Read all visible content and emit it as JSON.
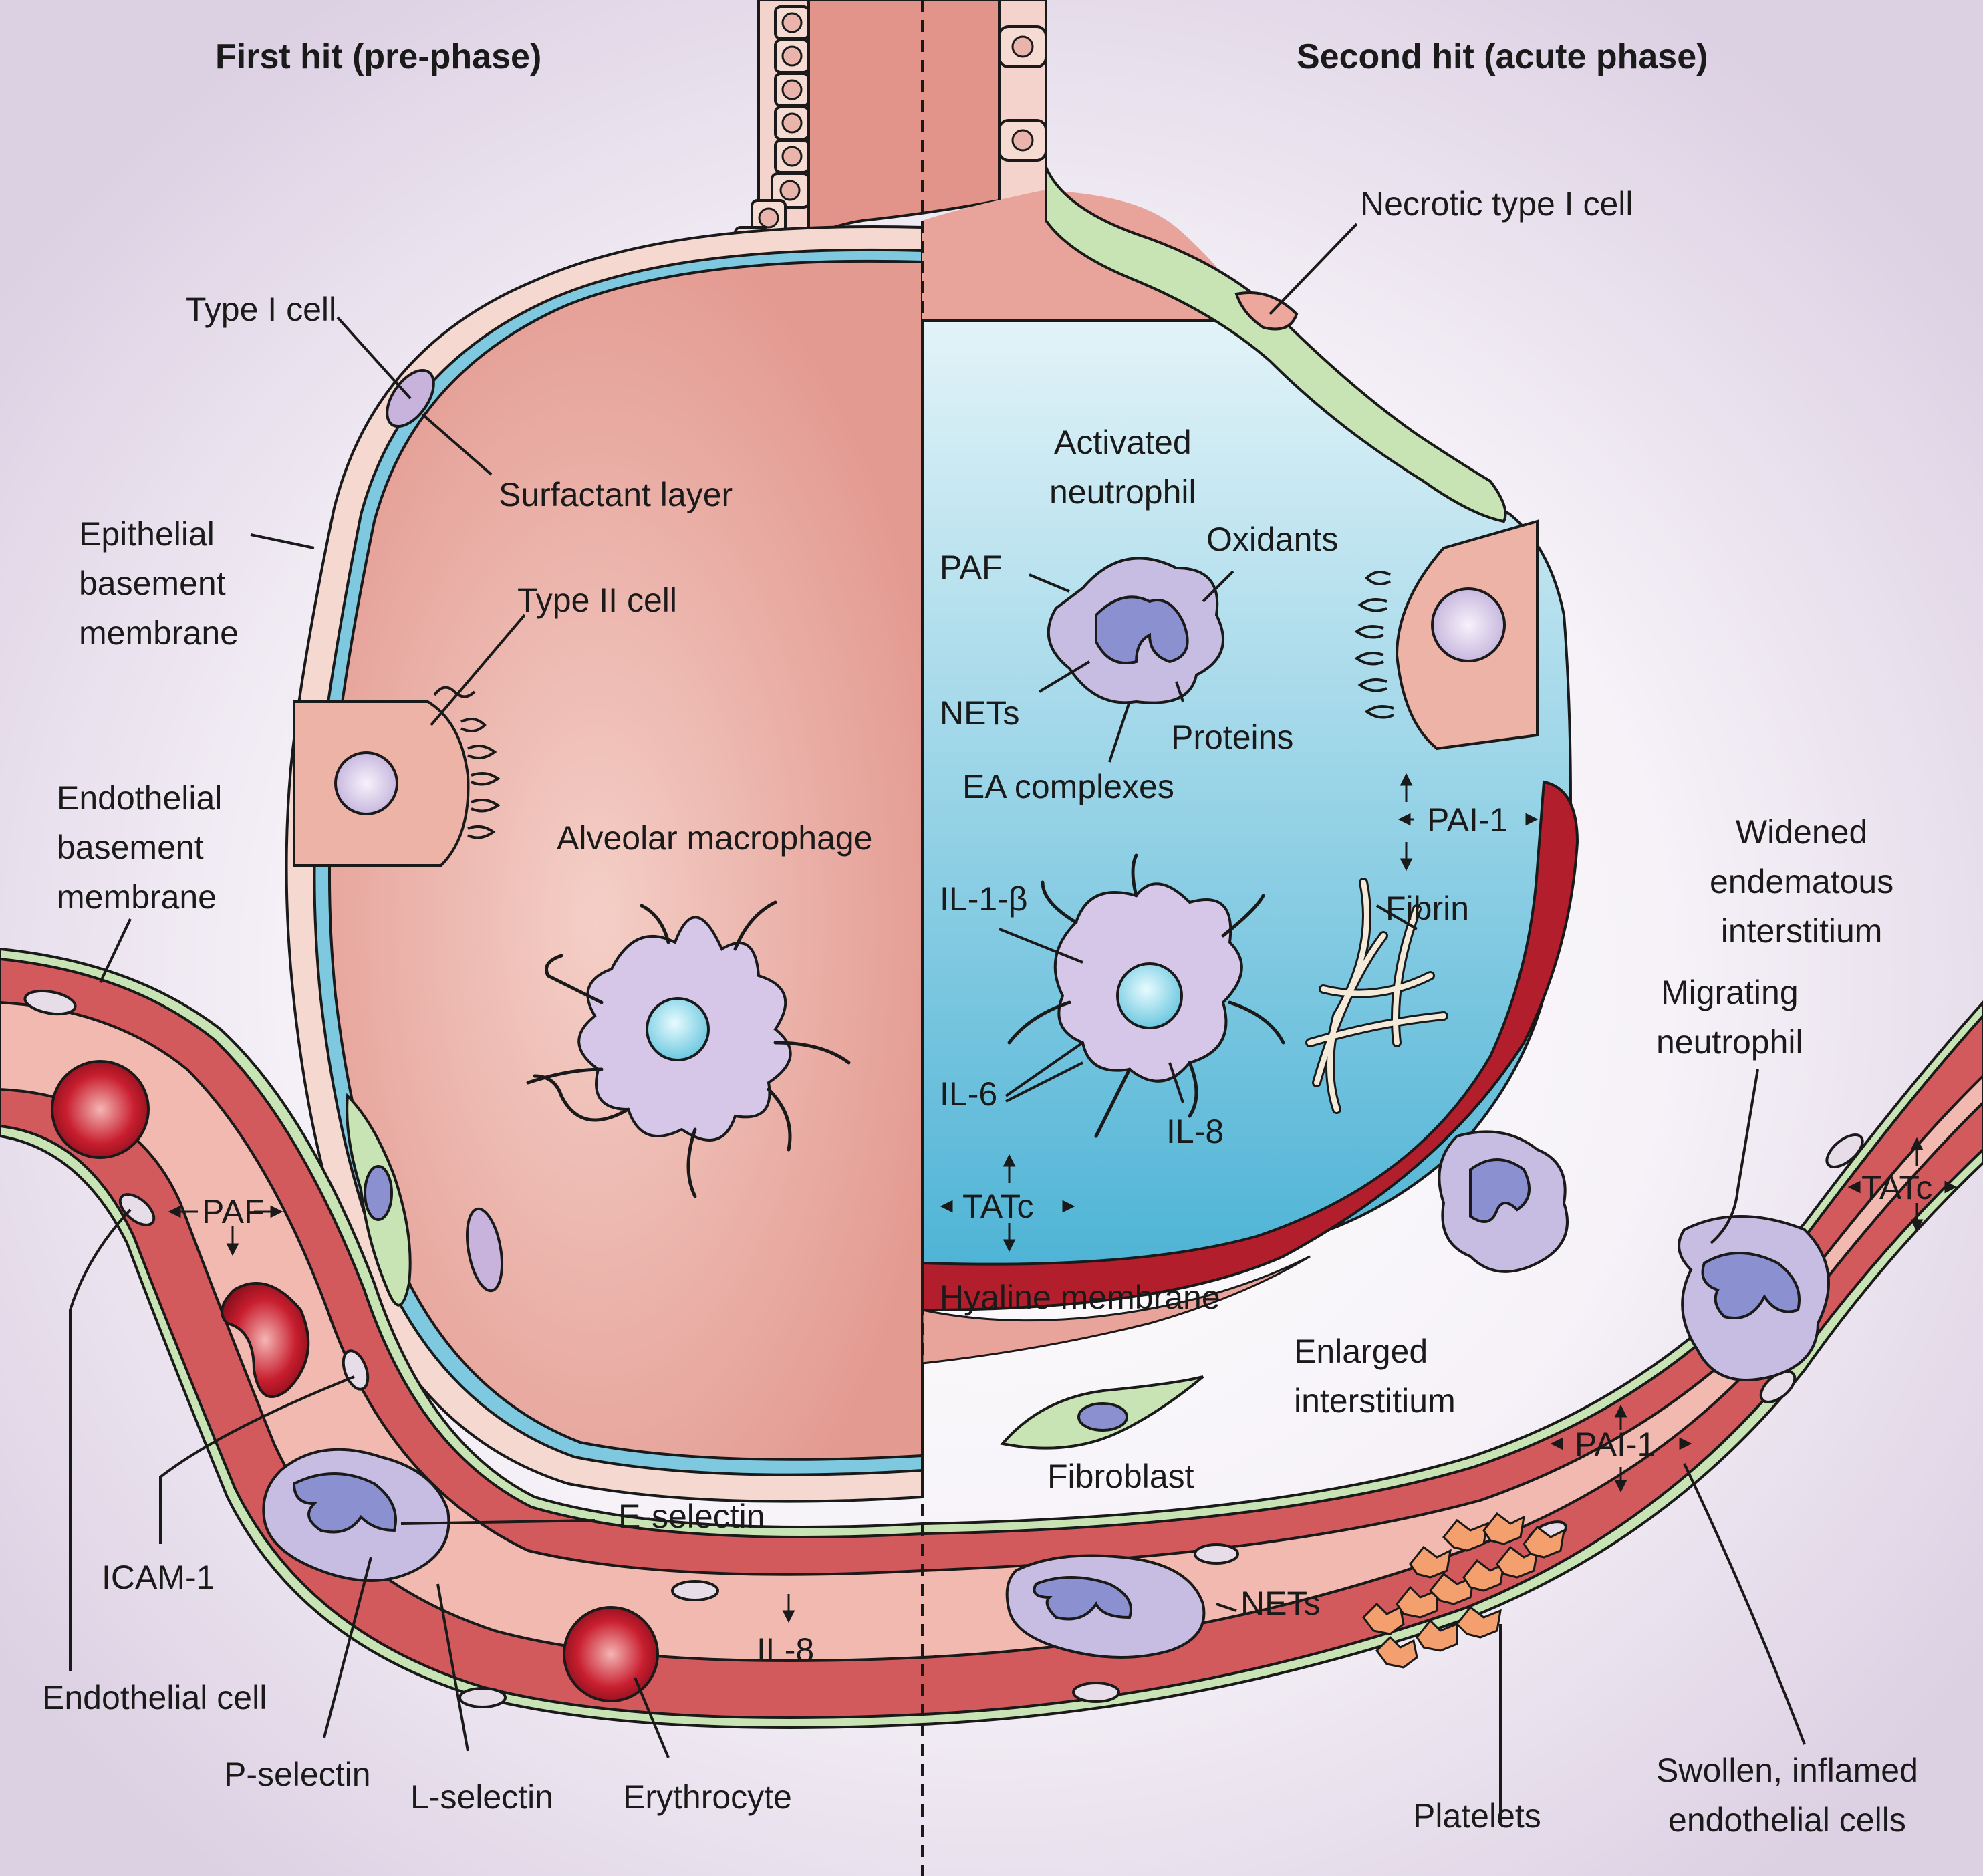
{
  "headers": {
    "first_hit": "First hit (pre-phase)",
    "second_hit": "Second hit (acute phase)"
  },
  "labels": {
    "type1": "Type I cell",
    "surfactant": "Surfactant layer",
    "epi_bm": "Epithelial\nbasement\nmembrane",
    "type2": "Type II cell",
    "endo_bm": "Endothelial\nbasement\nmembrane",
    "macrophage": "Alveolar macrophage",
    "paf_left": "PAF",
    "icam": "ICAM-1",
    "endo_cell": "Endothelial cell",
    "eselectin": "E-selectin",
    "pselectin": "P-selectin",
    "lselectin": "L-selectin",
    "erythrocyte": "Erythrocyte",
    "il8_vessel": "IL-8",
    "necrotic": "Necrotic type I cell",
    "activated_neut": "Activated\nneutrophil",
    "paf_right": "PAF",
    "oxidants": "Oxidants",
    "nets_alv": "NETs",
    "proteins": "Proteins",
    "ea": "EA complexes",
    "pai1_alv": "PAI-1",
    "il1b": "IL-1-β",
    "fibrin": "Fibrin",
    "il6": "IL-6",
    "il8_alv": "IL-8",
    "tatc_alv": "TATc",
    "hyaline": "Hyaline membrane",
    "enlarged": "Enlarged\ninterstitium",
    "fibroblast": "Fibroblast",
    "widened": "Widened\nendematous\ninterstitium",
    "migrating": "Migrating\nneutrophil",
    "tatc_right": "TATc",
    "pai1_vessel": "PAI-1",
    "nets_vessel": "NETs",
    "platelets": "Platelets",
    "swollen": "Swollen, inflamed\nendothelial cells"
  },
  "colors": {
    "background_halo": "#e4dbe9",
    "alveolar_space": "#e8a39b",
    "edema_fluid": "#9fd3e6",
    "surfactant": "#7ac7e0",
    "epithelium": "#f5d6cf",
    "interstitium_green": "#c8e3b4",
    "vessel_wall": "#d25a5d",
    "blood_lumen": "#f1b9b0",
    "hyaline_membrane": "#b31e2c",
    "neutrophil": "#c7bde3",
    "nucleus": "#8a90d0",
    "macrophage_nucleus": "#8fdcec",
    "platelets": "#f4a06e",
    "erythrocyte": "#c81e2f"
  }
}
